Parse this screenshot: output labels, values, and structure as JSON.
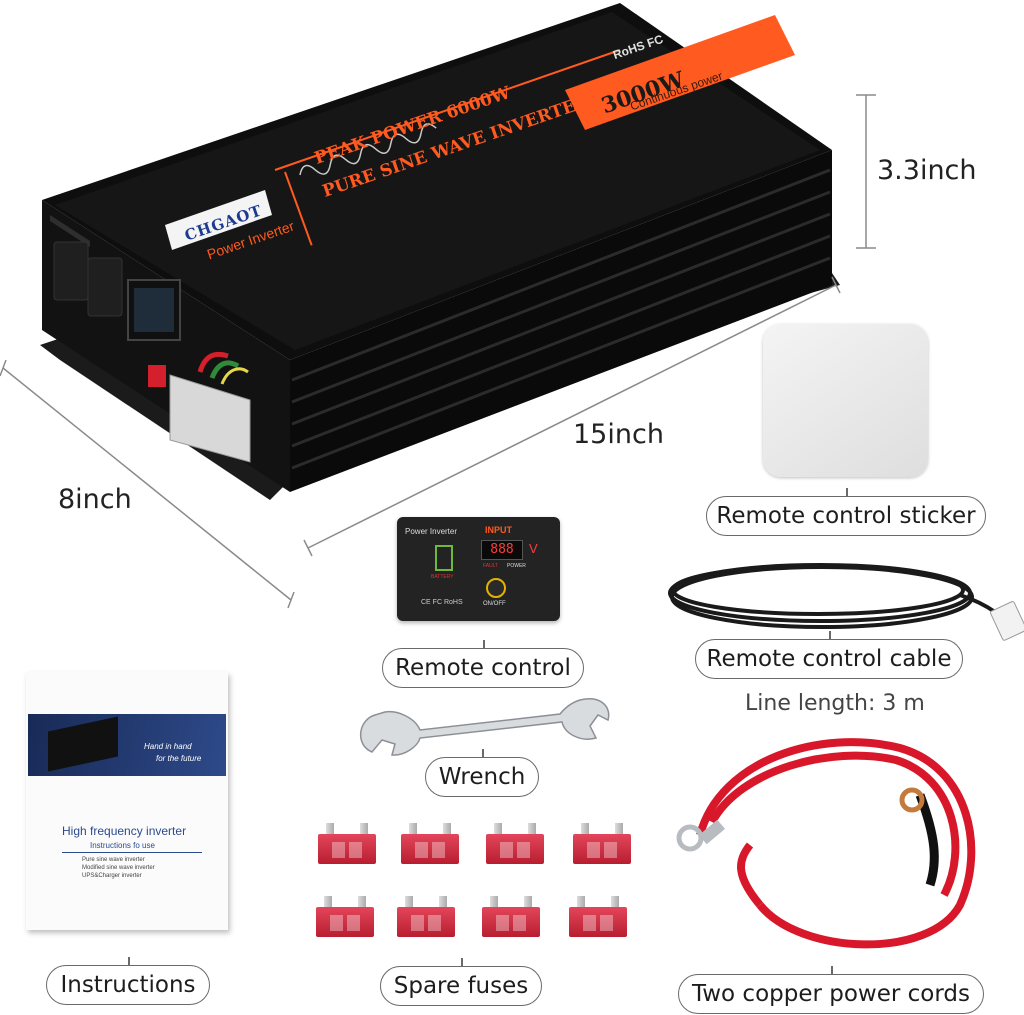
{
  "product": {
    "brand": "CHGAOT",
    "device_label": "Power Inverter",
    "peak_power": "PEAK POWER 6000W",
    "wave_type": "PURE SINE WAVE INVERTER",
    "continuous_rating": "3000W",
    "continuous_caption": "Continuous power",
    "cert_marks": "RoHS FC"
  },
  "dimensions": {
    "height": "3.3inch",
    "length": "15inch",
    "width": "8inch"
  },
  "remote": {
    "title": "Power Inverter",
    "input": "INPUT",
    "display": "888",
    "unit": "V",
    "battery": "BATTERY",
    "power": "POWER",
    "fault": "FAULT",
    "switch": "ON/OFF",
    "marks": "CE FC RoHS"
  },
  "manual": {
    "slogan_line1": "Hand in hand",
    "slogan_line2": "for the future",
    "title": "High frequency inverter",
    "subtitle": "Instructions fo use",
    "bullets": [
      "Pure sine wave inverter",
      "Modified sine wave inverter",
      "UPS&Charger inverter"
    ]
  },
  "labels": {
    "sticker": "Remote control sticker",
    "remote": "Remote control",
    "cable": "Remote control cable",
    "line_length": "Line length: 3 m",
    "wrench": "Wrench",
    "instructions": "Instructions",
    "fuses": "Spare fuses",
    "cords": "Two copper power cords"
  },
  "colors": {
    "accent_orange": "#ff5a1f",
    "housing": "#151515",
    "fuse_red": "#d12d40",
    "cable_red": "#d8182a"
  }
}
